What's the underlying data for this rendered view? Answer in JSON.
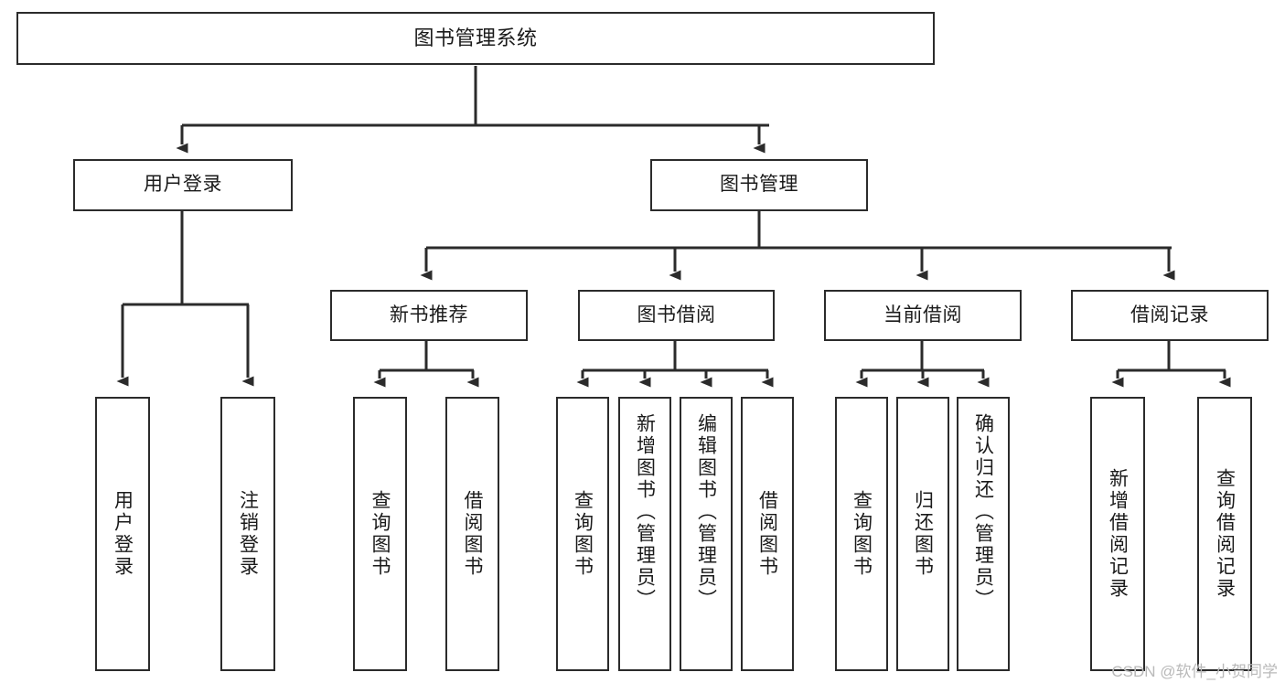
{
  "diagram": {
    "title": "图书管理系统",
    "type": "tree",
    "watermark": "CSDN @软件_小贺同学",
    "colors": {
      "stroke": "#2b2b2b",
      "fill": "#ffffff",
      "text": "#1a1a1a",
      "watermark": "#b9b9b9"
    },
    "root": {
      "label": "图书管理系统"
    },
    "level1": [
      {
        "id": "user-login",
        "label": "用户登录"
      },
      {
        "id": "book-manage",
        "label": "图书管理"
      }
    ],
    "level2": [
      {
        "id": "new-book-rec",
        "label": "新书推荐",
        "parent": "book-manage"
      },
      {
        "id": "book-borrow",
        "label": "图书借阅",
        "parent": "book-manage"
      },
      {
        "id": "current-borrow",
        "label": "当前借阅",
        "parent": "book-manage"
      },
      {
        "id": "borrow-record",
        "label": "借阅记录",
        "parent": "book-manage"
      }
    ],
    "leaves": [
      {
        "id": "leaf-user-login",
        "label": "用户登录",
        "parent": "user-login"
      },
      {
        "id": "leaf-logout",
        "label": "注销登录",
        "parent": "user-login"
      },
      {
        "id": "leaf-query-book-1",
        "label": "查询图书",
        "parent": "new-book-rec"
      },
      {
        "id": "leaf-borrow-book-1",
        "label": "借阅图书",
        "parent": "new-book-rec"
      },
      {
        "id": "leaf-query-book-2",
        "label": "查询图书",
        "parent": "book-borrow"
      },
      {
        "id": "leaf-add-book",
        "label": "新增图书（管理员）",
        "parent": "book-borrow"
      },
      {
        "id": "leaf-edit-book",
        "label": "编辑图书（管理员）",
        "parent": "book-borrow"
      },
      {
        "id": "leaf-borrow-book-2",
        "label": "借阅图书",
        "parent": "book-borrow"
      },
      {
        "id": "leaf-query-book-3",
        "label": "查询图书",
        "parent": "current-borrow"
      },
      {
        "id": "leaf-return-book",
        "label": "归还图书",
        "parent": "current-borrow"
      },
      {
        "id": "leaf-confirm-return",
        "label": "确认归还（管理员）",
        "parent": "current-borrow"
      },
      {
        "id": "leaf-add-record",
        "label": "新增借阅记录",
        "parent": "borrow-record"
      },
      {
        "id": "leaf-query-record",
        "label": "查询借阅记录",
        "parent": "borrow-record"
      }
    ]
  }
}
